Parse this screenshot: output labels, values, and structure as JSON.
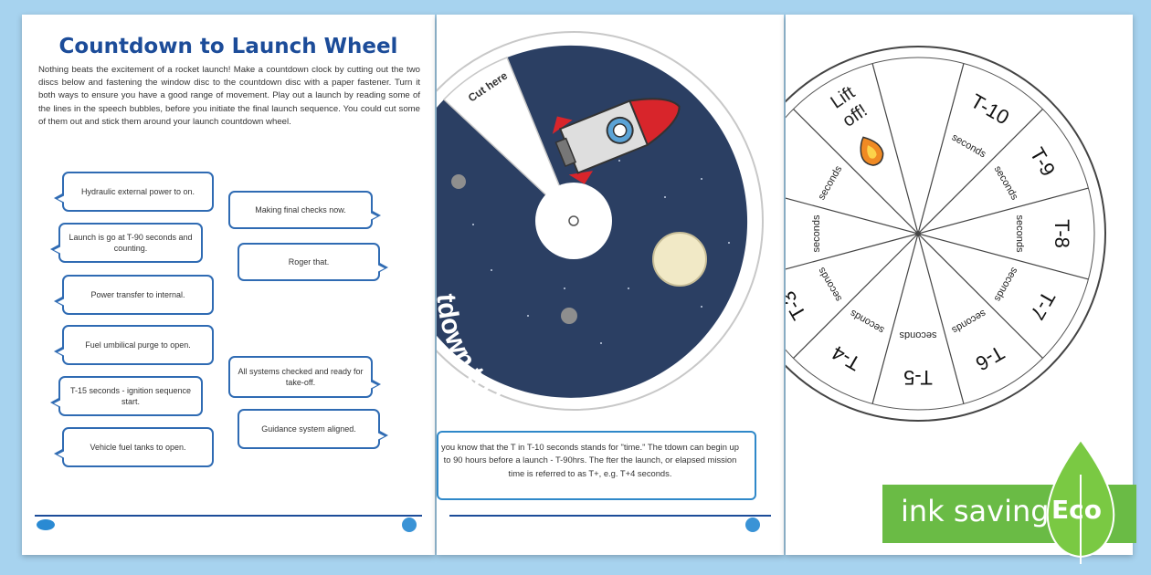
{
  "worksheet": {
    "title": "Countdown to Launch Wheel",
    "intro": "Nothing beats the excitement of a rocket launch! Make a countdown clock by cutting out the two discs below and fastening the window disc to the countdown disc with a paper fastener. Turn it both ways to ensure you have a good range of movement. Play out a launch by reading some of the lines in the speech bubbles, before you initiate the final launch sequence. You could cut some of them out and stick them around your launch countdown wheel.",
    "bubbles_left": [
      "Hydraulic external power to on.",
      "Launch is go at T-90 seconds and counting.",
      "Power transfer to internal.",
      "Fuel umbilical purge to open.",
      "T-15 seconds - ignition sequence start.",
      "Vehicle fuel tanks to open."
    ],
    "bubbles_right": [
      "Making final checks now.",
      "Roger that.",
      "All systems checked and ready for take-off.",
      "Guidance system aligned."
    ]
  },
  "window_disc": {
    "cut_label": "Cut here",
    "arc_title": "tdown to Launch Wheel",
    "info": "you know that the T in T-10 seconds stands for \"time.\" The tdown can begin up to 90 hours before a launch - T-90hrs. The fter the launch, or elapsed mission time is referred to as T+, e.g. T+4 seconds."
  },
  "countdown_disc": {
    "lift_off": "Lift off!",
    "seconds_label": "seconds",
    "segments": [
      "T-10",
      "T-9",
      "T-8",
      "T-7",
      "T-6",
      "T-5",
      "T-4",
      "T-3"
    ]
  },
  "badge": {
    "ink_saving": "ink saving",
    "eco": "Eco"
  },
  "colors": {
    "accent": "#1c4c99",
    "bubble_border": "#2f6bb3",
    "space": "#2b3f63",
    "background": "#a7d3ef",
    "eco_green": "#6abb45"
  }
}
